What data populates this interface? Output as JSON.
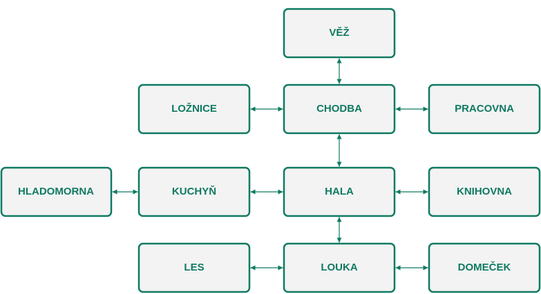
{
  "diagram": {
    "colors": {
      "accent": "#0f7a62",
      "node_fill": "#f3f3f3",
      "background": "#ffffff"
    },
    "nodes": {
      "vez": "VĚŽ",
      "loznice": "LOŽNICE",
      "chodba": "CHODBA",
      "pracovna": "PRACOVNA",
      "hladomorna": "HLADOMORNA",
      "kuchyn": "KUCHYŇ",
      "hala": "HALA",
      "knihovna": "KNIHOVNA",
      "les": "LES",
      "louka": "LOUKA",
      "domecek": "DOMEČEK"
    },
    "edges": [
      [
        "vez",
        "chodba"
      ],
      [
        "loznice",
        "chodba"
      ],
      [
        "chodba",
        "pracovna"
      ],
      [
        "chodba",
        "hala"
      ],
      [
        "hladomorna",
        "kuchyn"
      ],
      [
        "kuchyn",
        "hala"
      ],
      [
        "hala",
        "knihovna"
      ],
      [
        "hala",
        "louka"
      ],
      [
        "les",
        "louka"
      ],
      [
        "louka",
        "domecek"
      ]
    ],
    "edge_style": "bidirectional-arrow"
  }
}
